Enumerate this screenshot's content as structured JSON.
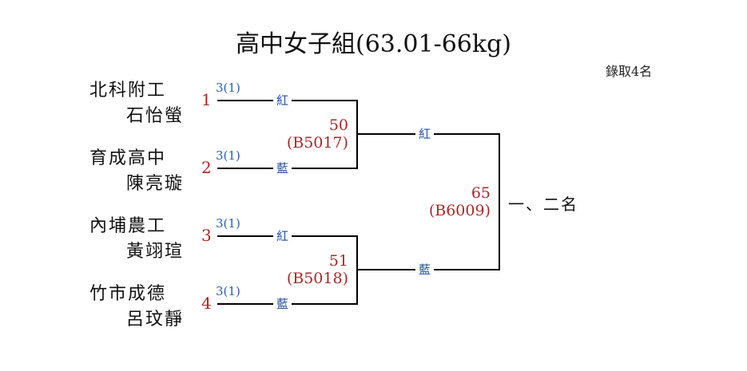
{
  "title": "高中女子組(63.01-66kg)",
  "note": "錄取4名",
  "entries": [
    {
      "seed": "1",
      "school": "北科附工",
      "name": "石怡螢",
      "score": "3(1)",
      "corner": "紅"
    },
    {
      "seed": "2",
      "school": "育成高中",
      "name": "陳亮璇",
      "score": "3(1)",
      "corner": "藍"
    },
    {
      "seed": "3",
      "school": "內埔農工",
      "name": "黃翊瑄",
      "score": "3(1)",
      "corner": "紅"
    },
    {
      "seed": "4",
      "school": "竹市成德",
      "name": "呂玟靜",
      "score": "3(1)",
      "corner": "藍"
    }
  ],
  "matches": [
    {
      "number": "50",
      "code": "(B5017)",
      "winner_corner": "紅"
    },
    {
      "number": "51",
      "code": "(B5018)",
      "winner_corner": "藍"
    },
    {
      "number": "65",
      "code": "(B6009)"
    }
  ],
  "final_result": "一、二名",
  "colors": {
    "seed": "#b22222",
    "corner": "#1f4fa0",
    "score": "#2a5db0",
    "match": "#a52a2a"
  }
}
